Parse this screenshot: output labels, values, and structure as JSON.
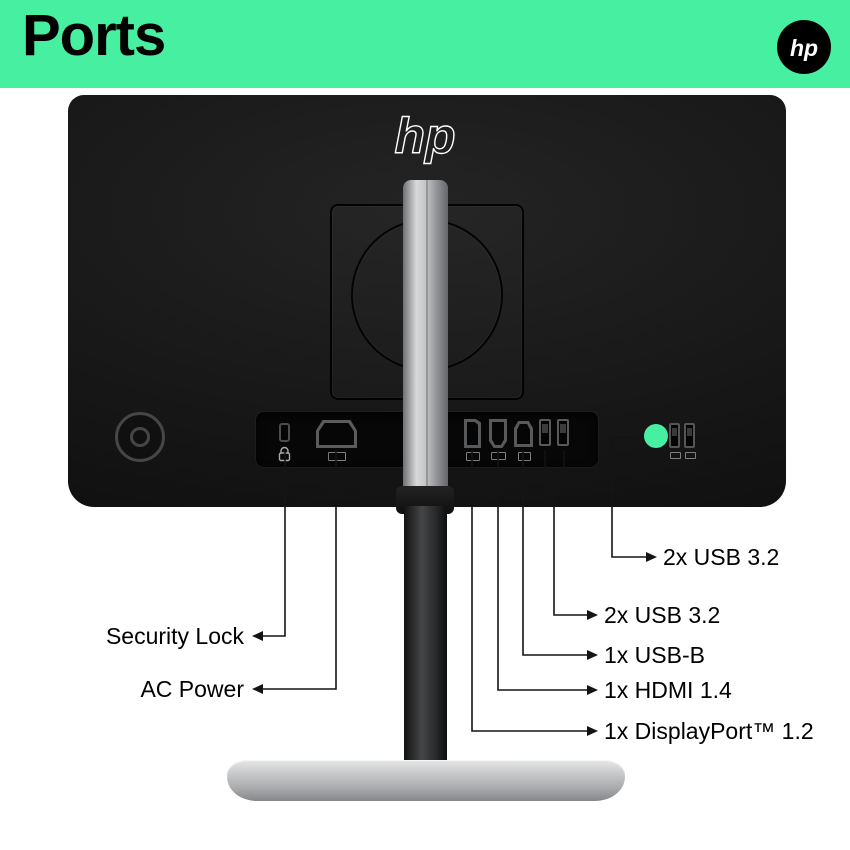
{
  "header": {
    "title": "Ports",
    "brand": "hp"
  },
  "monitor": {
    "brand_logo": "hp"
  },
  "callouts": {
    "right": [
      {
        "label": "2x USB 3.2"
      },
      {
        "label": "2x USB 3.2"
      },
      {
        "label": "1x USB-B"
      },
      {
        "label": "1x HDMI 1.4"
      },
      {
        "label": "1x DisplayPort™ 1.2"
      }
    ],
    "left": [
      {
        "label": "Security Lock"
      },
      {
        "label": "AC Power"
      }
    ]
  },
  "icons": {
    "brand": "hp-logo",
    "indicator": "green-dot",
    "ports": [
      "security-lock-slot",
      "ac-power-inlet",
      "displayport",
      "hdmi",
      "usb-b",
      "usb-a",
      "usb-a",
      "usb-a",
      "usb-a"
    ]
  },
  "colors": {
    "accent_green": "#47F0A0",
    "panel_black": "#141414"
  }
}
